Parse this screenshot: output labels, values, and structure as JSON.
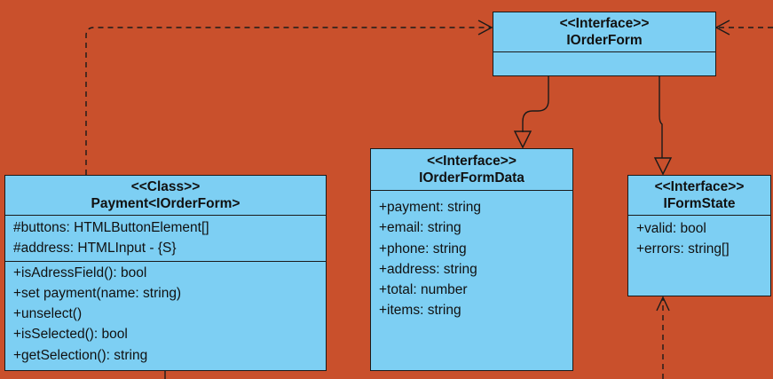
{
  "background_color": "#C9502C",
  "box_color": "#7DCFF3",
  "boxes": {
    "iorderform": {
      "stereotype": "<<Interface>>",
      "name": "IOrderForm",
      "attributes": [],
      "methods": []
    },
    "payment": {
      "stereotype": "<<Class>>",
      "name": "Payment<IOrderForm>",
      "attributes": [
        "#buttons: HTMLButtonElement[]",
        "#address: HTMLInput - {S}"
      ],
      "methods": [
        "+isAdressField(): bool",
        "+set payment(name: string)",
        "+unselect()",
        "+isSelected(): bool",
        "+getSelection(): string"
      ]
    },
    "iorderformdata": {
      "stereotype": "<<Interface>>",
      "name": "IOrderFormData",
      "attributes": [
        "+payment: string",
        "+email: string",
        "+phone: string",
        "+address: string",
        "+total: number",
        "+items: string"
      ]
    },
    "iformstate": {
      "stereotype": "<<Interface>>",
      "name": "IFormState",
      "attributes": [
        "+valid: bool",
        "+errors: string[]"
      ]
    }
  }
}
